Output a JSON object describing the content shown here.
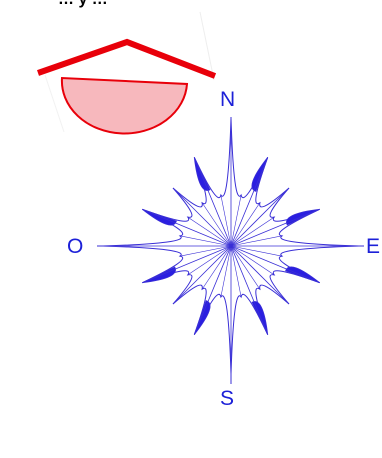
{
  "top_text_fragment": "… y …",
  "compass": {
    "labels": {
      "north": "N",
      "south": "S",
      "west": "O",
      "east": "E"
    },
    "line_color": "#3a2fd6",
    "fill_color": "#2a1ee0",
    "label_color": "#1c20d8"
  },
  "sun_shade": {
    "stroke_color": "#e8000a",
    "fill_color": "#f7b8bd"
  }
}
